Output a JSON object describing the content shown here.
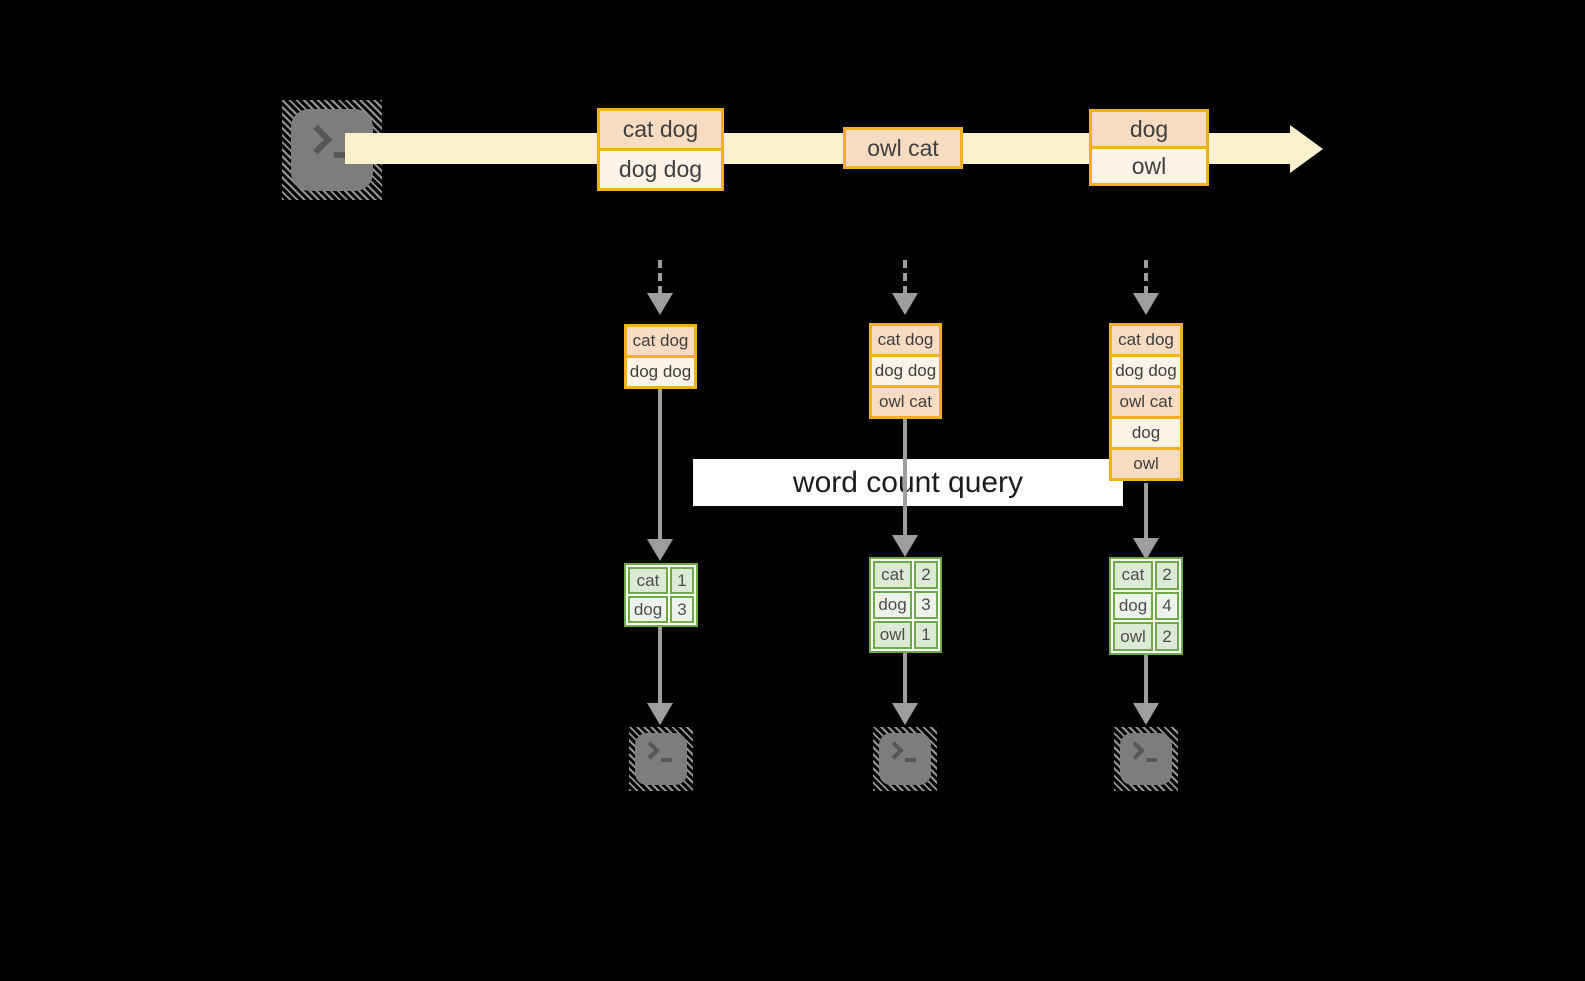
{
  "query_label": "word count query",
  "stream": {
    "events": [
      {
        "lines": [
          "cat dog",
          "dog dog"
        ]
      },
      {
        "lines": [
          "owl cat"
        ]
      },
      {
        "lines": [
          "dog",
          "owl"
        ]
      }
    ]
  },
  "columns": [
    {
      "batch": [
        "cat dog",
        "dog dog"
      ],
      "counts": [
        {
          "word": "cat",
          "count": "1"
        },
        {
          "word": "dog",
          "count": "3"
        }
      ]
    },
    {
      "batch": [
        "cat dog",
        "dog dog",
        "owl cat"
      ],
      "counts": [
        {
          "word": "cat",
          "count": "2"
        },
        {
          "word": "dog",
          "count": "3"
        },
        {
          "word": "owl",
          "count": "1"
        }
      ]
    },
    {
      "batch": [
        "cat dog",
        "dog dog",
        "owl cat",
        "dog",
        "owl"
      ],
      "counts": [
        {
          "word": "cat",
          "count": "2"
        },
        {
          "word": "dog",
          "count": "4"
        },
        {
          "word": "owl",
          "count": "2"
        }
      ]
    }
  ],
  "colors": {
    "background": "#000000",
    "stream_band": "#fbf0cd",
    "box_border": "#f2b01c",
    "box_fill_dark": "#f8dcc2",
    "box_fill_light": "#fdf3e6",
    "table_border": "#6faa49",
    "table_fill_dark": "#dce9d5",
    "table_fill_light": "#eef3ea",
    "arrow_gray": "#9e9e9e",
    "terminal_gray": "#7d7d7d"
  }
}
